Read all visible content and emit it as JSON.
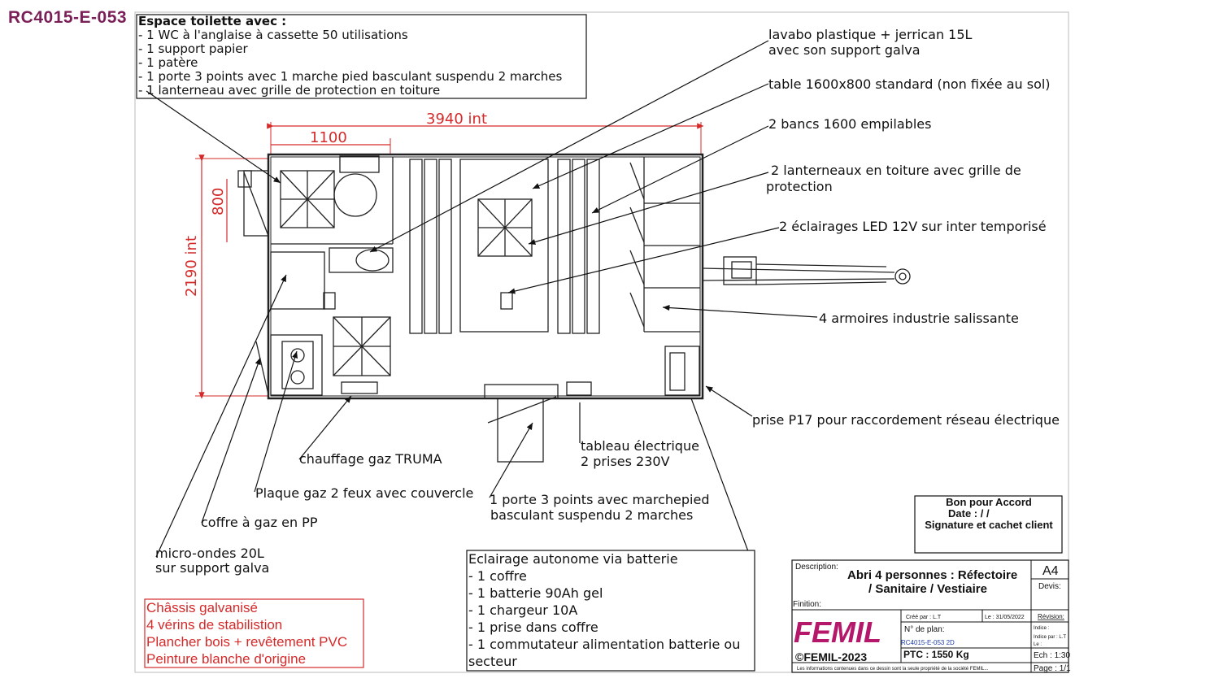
{
  "reference": "RC4015-E-053",
  "toilet_box": {
    "title": "Espace toilette avec :",
    "items": [
      "- 1 WC à l'anglaise à cassette 50 utilisations",
      "- 1 support papier",
      "- 1 patère",
      "- 1 porte 3 points avec 1 marche pied basculant suspendu 2 marches",
      "- 1 lanterneau avec grille de protection en toiture"
    ]
  },
  "dimensions": {
    "length": "3940 int",
    "toilet_length": "1100",
    "width": "2190 int",
    "door_width": "800"
  },
  "callouts": {
    "lavabo_1": "lavabo plastique + jerrican 15L",
    "lavabo_2": "avec son support galva",
    "table": "table 1600x800 standard (non fixée au sol)",
    "bancs": "2 bancs 1600 empilables",
    "lanterneaux_1": "2 lanterneaux en toiture avec grille de",
    "lanterneaux_2": "protection",
    "eclairages": "2 éclairages LED 12V sur inter temporisé",
    "armoires": "4 armoires industrie salissante",
    "prise": "prise P17 pour raccordement réseau électrique",
    "tableau_1": "tableau électrique",
    "tableau_2": "2 prises 230V",
    "porte_1": "1 porte 3 points avec marchepied",
    "porte_2": "basculant suspendu 2 marches",
    "chauffage": "chauffage gaz TRUMA",
    "plaque": "Plaque gaz 2 feux avec couvercle",
    "coffre": "coffre à gaz en PP",
    "microondes_1": "micro-ondes 20L",
    "microondes_2": "sur support galva"
  },
  "battery_box": {
    "title": "Eclairage autonome via batterie",
    "items": [
      "- 1 coffre",
      "- 1 batterie 90Ah gel",
      "- 1 chargeur 10A",
      "- 1 prise dans coffre",
      "- 1 commutateur alimentation batterie ou",
      "secteur"
    ]
  },
  "red_box": {
    "items": [
      "Châssis galvanisé",
      "4 vérins de stabilistion",
      "Plancher bois + revêtement PVC",
      "Peinture blanche d'origine"
    ]
  },
  "approval_box": {
    "line1": "Bon pour Accord",
    "line2": "Date :   /   /",
    "line3": "Signature et cachet client"
  },
  "title_block": {
    "description_label": "Description:",
    "description_1": "Abri 4 personnes : Réfectoire",
    "description_2": "/ Sanitaire / Vestiaire",
    "format": "A4",
    "devis_label": "Devis:",
    "finition_label": "Finition:",
    "logo": "FEMIL",
    "created_by": "Créé par : L.T",
    "date": "Le : 31/05/2022",
    "revision_label": "Révision:",
    "plan_label": "N° de plan:",
    "plan_number": "RC4015-E-053 2D",
    "indice_label": "Indice :",
    "indice_par": "Indice par : L.T",
    "le_label": "Le :",
    "ptc": "PTC : 1550 Kg",
    "scale": "Ech : 1:30",
    "copyright": "©FEMIL-2023",
    "page": "Page : 1/1",
    "disclaimer": "Les informations contenues dans ce dessin sont la seule propriété de la société FEMIL..."
  },
  "colors": {
    "reference": "#7a1f57",
    "dimension": "#d42a2a",
    "logo": "#b5176a"
  }
}
